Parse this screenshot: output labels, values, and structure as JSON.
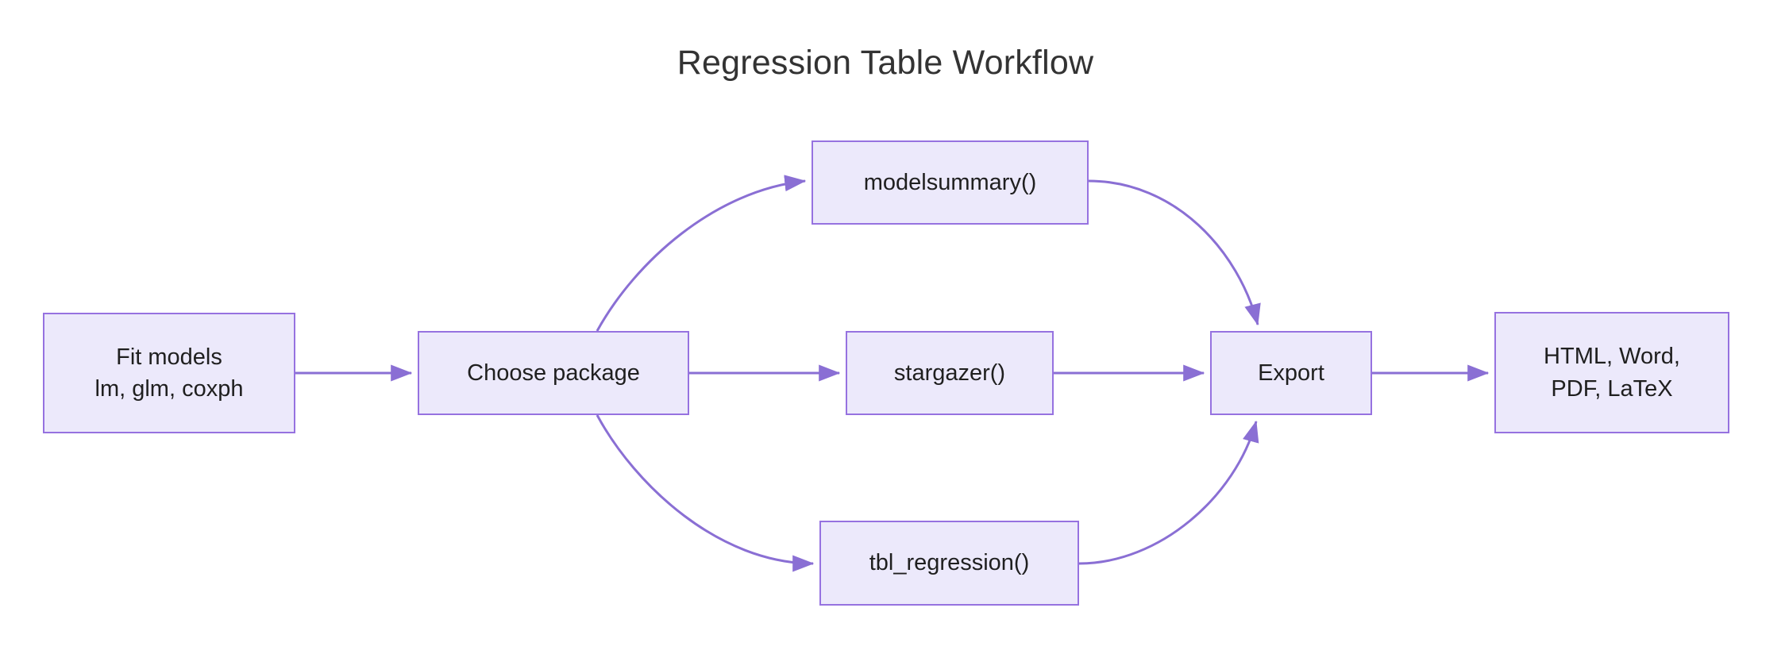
{
  "title": "Regression Table Workflow",
  "theme": {
    "background": "#ffffff",
    "node_fill": "#ece9fb",
    "node_border": "#9672e0",
    "edge_color": "#8a6fd4",
    "text_color": "#1f1f1f",
    "title_color": "#333333"
  },
  "chart_data": {
    "type": "diagram",
    "title": "Regression Table Workflow",
    "orientation": "left-to-right",
    "nodes": [
      {
        "id": "fit",
        "label": "Fit models\nlm, glm, coxph",
        "shape": "rectangle",
        "column": 1
      },
      {
        "id": "choose",
        "label": "Choose package",
        "shape": "rectangle",
        "column": 2
      },
      {
        "id": "modelsum",
        "label": "modelsummary()",
        "shape": "rectangle",
        "column": 3,
        "row": "top"
      },
      {
        "id": "stargazer",
        "label": "stargazer()",
        "shape": "rectangle",
        "column": 3,
        "row": "middle"
      },
      {
        "id": "tblreg",
        "label": "tbl_regression()",
        "shape": "rectangle",
        "column": 3,
        "row": "bottom"
      },
      {
        "id": "export",
        "label": "Export",
        "shape": "rectangle",
        "column": 4
      },
      {
        "id": "output",
        "label": "HTML, Word,\nPDF, LaTeX",
        "shape": "rectangle",
        "column": 5
      }
    ],
    "edges": [
      {
        "from": "fit",
        "to": "choose",
        "style": "straight",
        "arrow": "end"
      },
      {
        "from": "choose",
        "to": "modelsum",
        "style": "curved",
        "arrow": "end"
      },
      {
        "from": "choose",
        "to": "stargazer",
        "style": "straight",
        "arrow": "end"
      },
      {
        "from": "choose",
        "to": "tblreg",
        "style": "curved",
        "arrow": "end"
      },
      {
        "from": "modelsum",
        "to": "export",
        "style": "curved",
        "arrow": "end"
      },
      {
        "from": "stargazer",
        "to": "export",
        "style": "straight",
        "arrow": "end"
      },
      {
        "from": "tblreg",
        "to": "export",
        "style": "curved",
        "arrow": "end"
      },
      {
        "from": "export",
        "to": "output",
        "style": "straight",
        "arrow": "end"
      }
    ]
  },
  "nodes": {
    "fit": {
      "label": "Fit models\nlm, glm, coxph"
    },
    "choose": {
      "label": "Choose package"
    },
    "modelsum": {
      "label": "modelsummary()"
    },
    "stargazer": {
      "label": "stargazer()"
    },
    "tblreg": {
      "label": "tbl_regression()"
    },
    "export": {
      "label": "Export"
    },
    "output": {
      "label": "HTML, Word,\nPDF, LaTeX"
    }
  }
}
